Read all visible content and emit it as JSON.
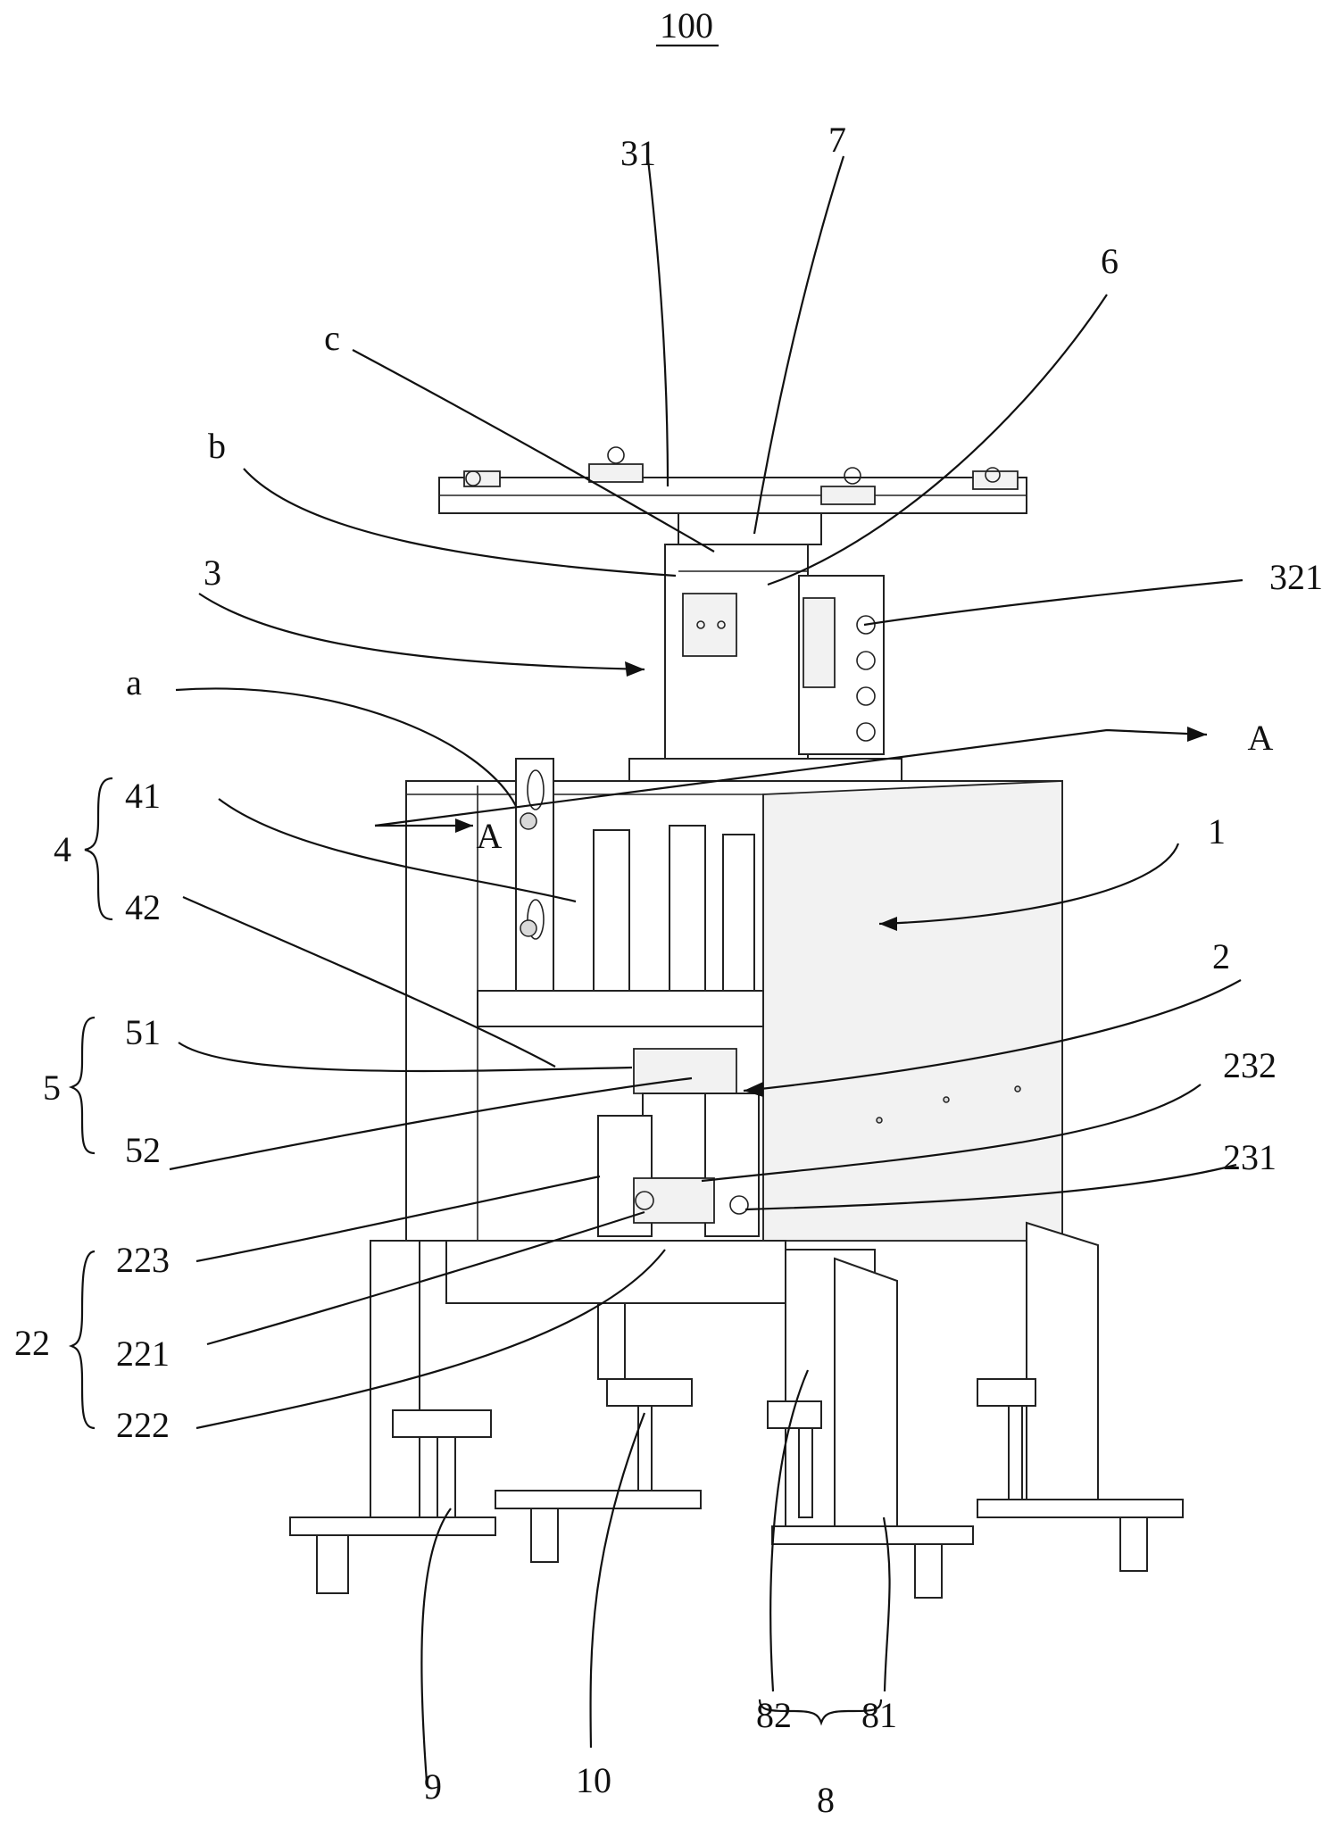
{
  "figure": {
    "number": "100",
    "labels": {
      "l31": "31",
      "l7": "7",
      "l6": "6",
      "lc": "c",
      "lb": "b",
      "l3": "3",
      "l321": "321",
      "la": "a",
      "lA_right": "A",
      "lA_left": "A",
      "l4": "4",
      "l41": "41",
      "l42": "42",
      "l1": "1",
      "l2": "2",
      "l5": "5",
      "l51": "51",
      "l52": "52",
      "l232": "232",
      "l231": "231",
      "l223": "223",
      "l22": "22",
      "l221": "221",
      "l222": "222",
      "l9": "9",
      "l10": "10",
      "l82": "82",
      "l81": "81",
      "l8": "8"
    }
  }
}
